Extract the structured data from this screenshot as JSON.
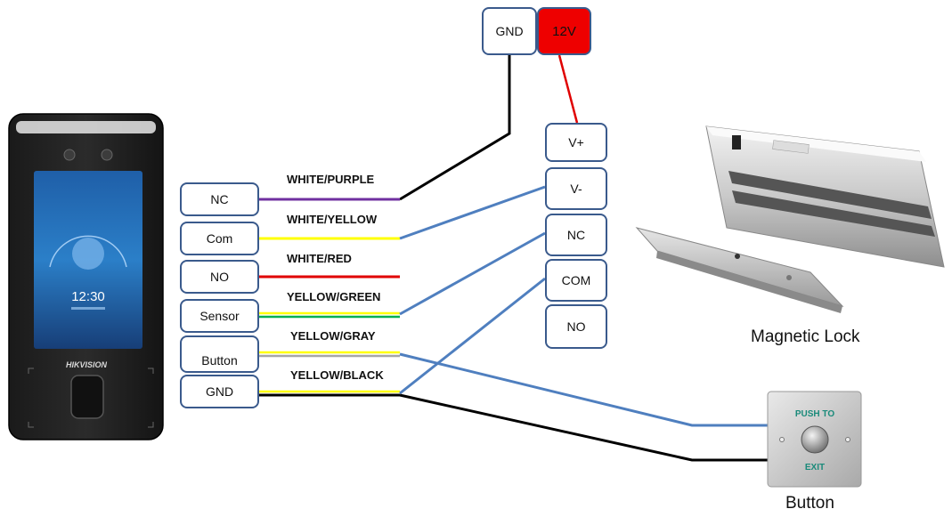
{
  "power_supply": {
    "gnd": "GND",
    "v12": "12V"
  },
  "device": {
    "brand": "HIKVISION",
    "clock": "12:30",
    "terminals": [
      "NC",
      "Com",
      "NO",
      "Sensor",
      "Button",
      "GND"
    ]
  },
  "wires": [
    "WHITE/PURPLE",
    "WHITE/YELLOW",
    "WHITE/RED",
    "YELLOW/GREEN",
    "YELLOW/GRAY",
    "YELLOW/BLACK"
  ],
  "lock_terminals": [
    "V+",
    "V-",
    "NC",
    "COM",
    "NO"
  ],
  "magnetic_lock": {
    "caption": "Magnetic Lock"
  },
  "exit_button": {
    "caption": "Button",
    "top_text": "PUSH TO",
    "bottom_text": "EXIT"
  },
  "colors": {
    "red": "#e00000",
    "purple": "#7030a0",
    "yellow": "#ffff00",
    "green": "#00b050",
    "gray": "#a6a6a6",
    "black": "#000000",
    "blue": "#4f7fbf"
  }
}
